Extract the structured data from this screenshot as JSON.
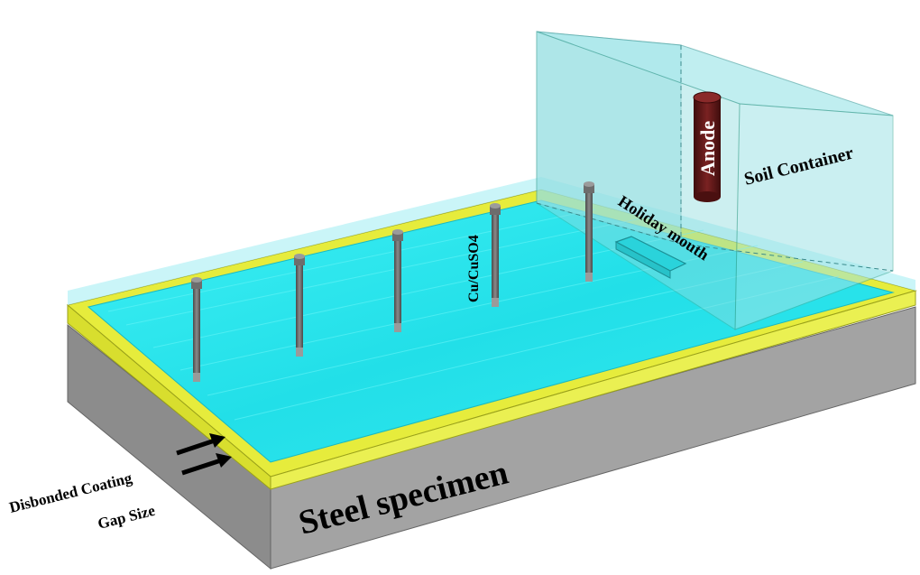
{
  "labels": {
    "steel_specimen": "Steel specimen",
    "soil_container": "Soil Container",
    "anode": "Anode",
    "holiday_mouth": "Holiday mouth",
    "reference_electrode": "Cu/CuSO4",
    "disbonded_coating": "Disbonded Coating",
    "gap_size": "Gap Size"
  },
  "colors": {
    "steel_side": "#9a9a9a",
    "steel_top_edge": "#c8c8c8",
    "coating": "#e8ee3a",
    "electrolyte": "#2fe6ec",
    "container": "#7fd6d8",
    "anode": "#5a1616",
    "electrode": "#6e6e6e"
  },
  "electrode_count": 5
}
